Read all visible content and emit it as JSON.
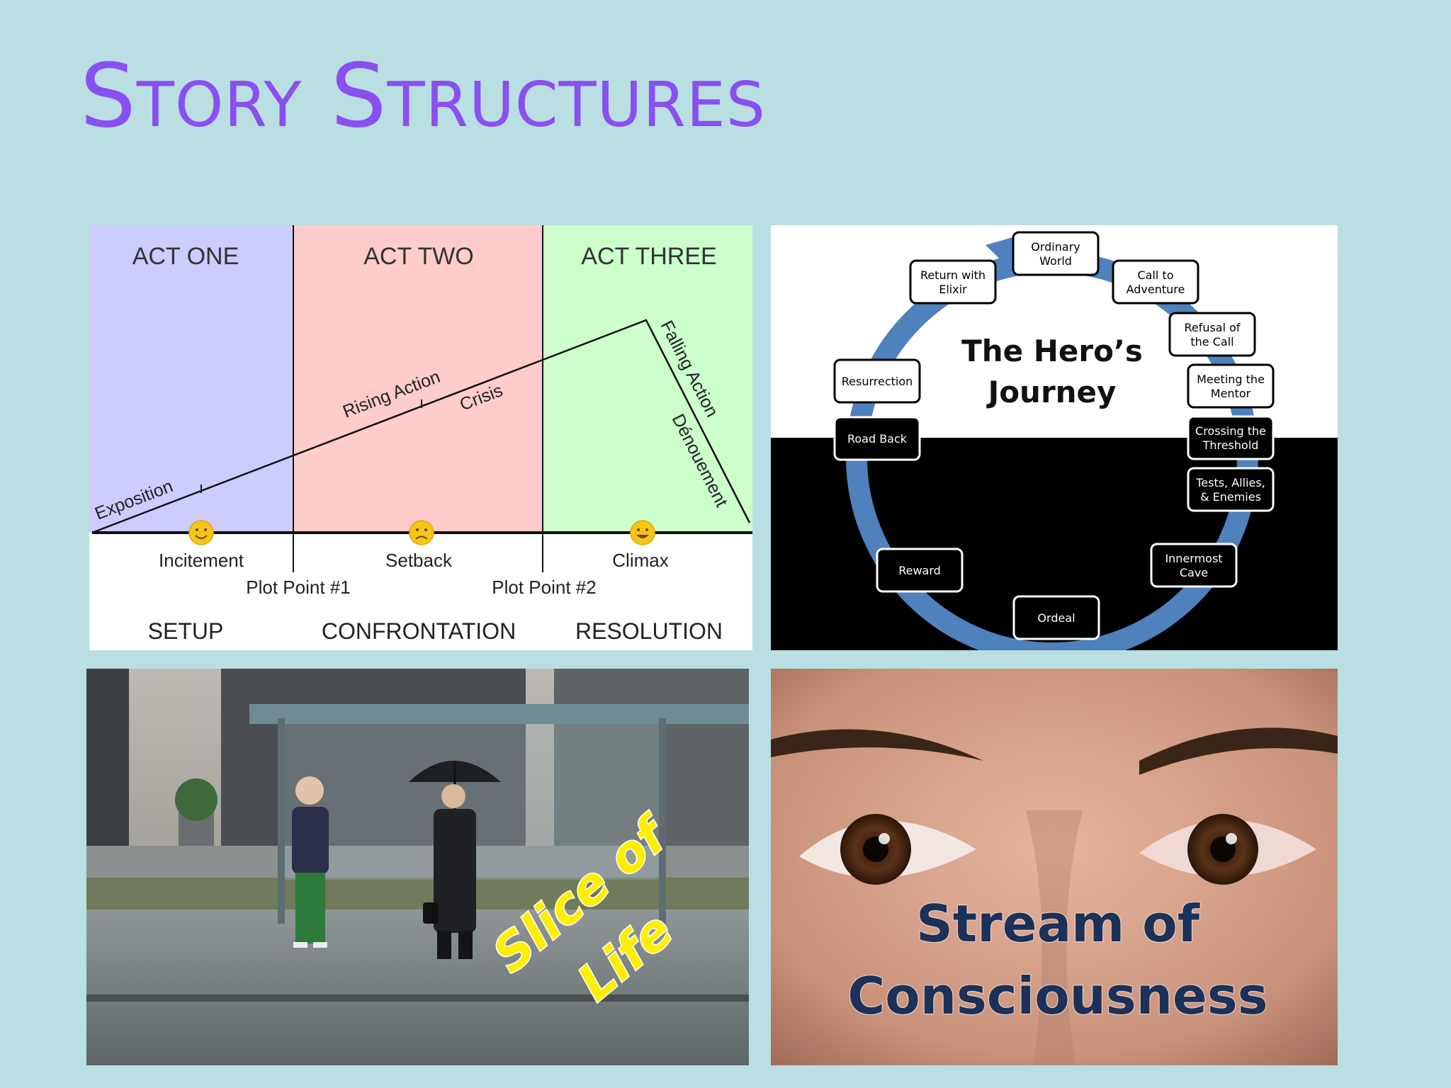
{
  "slide": {
    "title": "Story Structures"
  },
  "three_act": {
    "acts": [
      "ACT ONE",
      "ACT TWO",
      "ACT THREE"
    ],
    "arc_labels": {
      "exposition": "Exposition",
      "rising_action": "Rising Action",
      "crisis": "Crisis",
      "falling_action": "Falling Action",
      "denouement": "Dénouement"
    },
    "events": [
      "Incitement",
      "Setback",
      "Climax"
    ],
    "plot_points": [
      "Plot Point #1",
      "Plot Point #2"
    ],
    "sections": [
      "SETUP",
      "CONFRONTATION",
      "RESOLUTION"
    ],
    "colors": {
      "act_one": "#ccccff",
      "act_two": "#ffcccc",
      "act_three": "#ccffcc"
    }
  },
  "heros_journey": {
    "title_line1": "The Hero’s",
    "title_line2": "Journey",
    "stages": {
      "ordinary_world": [
        "Ordinary",
        "World"
      ],
      "call_to_adventure": [
        "Call to",
        "Adventure"
      ],
      "refusal_of_call": [
        "Refusal of",
        "the Call"
      ],
      "meeting_mentor": [
        "Meeting the",
        "Mentor"
      ],
      "crossing_threshold": [
        "Crossing the",
        "Threshold"
      ],
      "tests_allies": [
        "Tests, Allies,",
        "& Enemies"
      ],
      "innermost_cave": [
        "Innermost",
        "Cave"
      ],
      "ordeal": [
        "Ordeal"
      ],
      "reward": [
        "Reward"
      ],
      "road_back": [
        "Road Back"
      ],
      "resurrection": [
        "Resurrection"
      ],
      "return_elixir": [
        "Return with",
        "Elixir"
      ]
    },
    "colors": {
      "arrow": "#4f81bd"
    }
  },
  "slice_of_life": {
    "line1": "Slice of",
    "line2": "Life",
    "colors": {
      "text": "#ffee00"
    }
  },
  "stream": {
    "line1": "Stream of",
    "line2": "Consciousness",
    "colors": {
      "text": "#1c3159"
    }
  }
}
